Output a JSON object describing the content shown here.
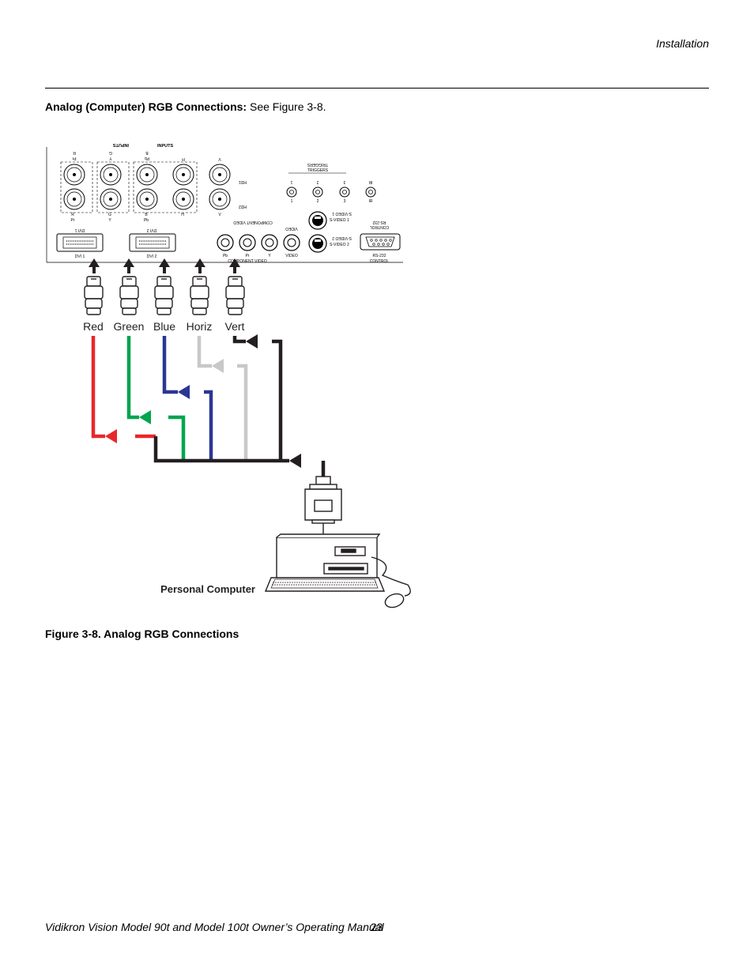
{
  "header": {
    "section": "Installation"
  },
  "subhead": {
    "bold": "Analog (Computer) RGB Connections:",
    "rest": " See Figure 3-8."
  },
  "figure": {
    "panel": {
      "inputs": "INPUTS",
      "inputs_mirror": "INPUTS",
      "bnc_bottom": [
        "R",
        "G",
        "B",
        "H",
        "V"
      ],
      "bnc_bottom2": [
        "Pr",
        "Y",
        "Pb"
      ],
      "bnc_top": [
        "R",
        "G",
        "B",
        "H",
        "V"
      ],
      "bnc_top2": [
        "Pr",
        "Y",
        "Pb"
      ],
      "hd1": "HD1",
      "hd2": "HD2",
      "dvi1": "DVI 1",
      "dvi2": "DVI 2",
      "triggers": "TRIGGERS",
      "trigger_nums": [
        "1",
        "2",
        "3"
      ],
      "ir": "IR",
      "svideo1": "S-VIDEO 1",
      "svideo2": "S-VIDEO 2",
      "rs232": "RS-232",
      "control": "CONTROL",
      "component_video": "COMPONENT VIDEO",
      "component_labels": [
        "Pb",
        "Pr",
        "Y"
      ],
      "video": "VIDEO"
    },
    "cables": [
      "Red",
      "Green",
      "Blue",
      "Horiz",
      "Vert"
    ],
    "computer_label": "Personal Computer",
    "colors": {
      "red": "#e8272a",
      "green": "#00a54f",
      "blue": "#2b3695",
      "horiz": "#c8c8c8",
      "vert": "#231f20"
    }
  },
  "caption": "Figure 3-8. Analog RGB Connections",
  "footer": {
    "manual": "Vidikron Vision Model 90t and Model 100t Owner’s Operating Manual",
    "page": "23"
  }
}
